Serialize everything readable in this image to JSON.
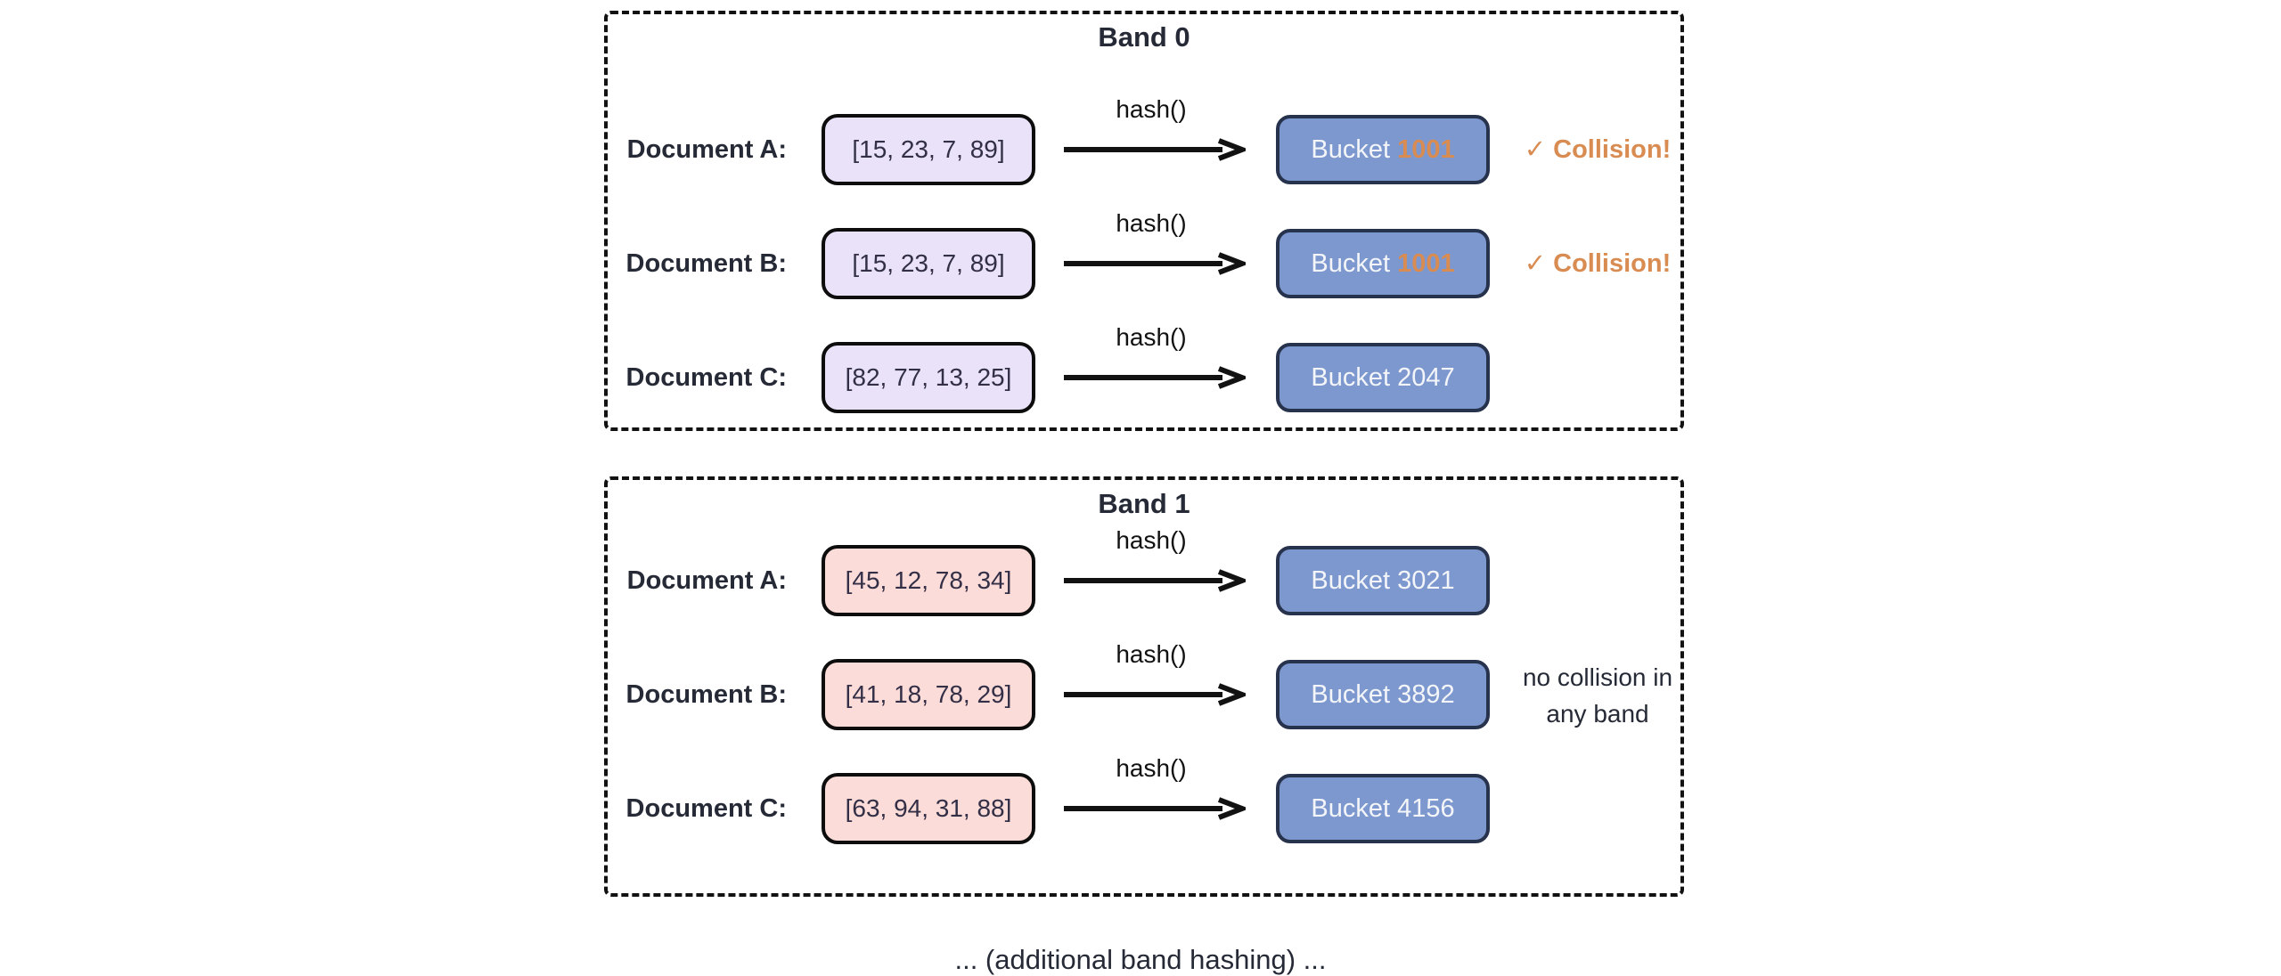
{
  "caption": "... (additional band hashing) ...",
  "colors": {
    "ink": "#121212",
    "text_dark": "#262a36",
    "sig_text": "#322f46",
    "band0_sig_fill": "#e9e2f9",
    "band1_sig_fill": "#fcdcd8",
    "box_border": "#0d0d0d",
    "bucket_fill": "#7d98ce",
    "bucket_border": "#27324d",
    "bucket_text": "#f3f5f9",
    "accent_orange": "#d98c52",
    "background": "#ffffff"
  },
  "bands": [
    {
      "title": "Band 0",
      "rows": [
        {
          "label": "Document A:",
          "signature": "[15, 23, 7, 89]",
          "hash_label": "hash()",
          "bucket_word": "Bucket",
          "bucket_number": "1001",
          "bucket_number_highlighted": true,
          "annotation_check": "✓",
          "annotation_text": "Collision!"
        },
        {
          "label": "Document B:",
          "signature": "[15, 23, 7, 89]",
          "hash_label": "hash()",
          "bucket_word": "Bucket",
          "bucket_number": "1001",
          "bucket_number_highlighted": true,
          "annotation_check": "✓",
          "annotation_text": "Collision!"
        },
        {
          "label": "Document C:",
          "signature": "[82, 77, 13, 25]",
          "hash_label": "hash()",
          "bucket_word": "Bucket",
          "bucket_number": "2047",
          "bucket_number_highlighted": false
        }
      ]
    },
    {
      "title": "Band 1",
      "rows": [
        {
          "label": "Document A:",
          "signature": "[45, 12, 78, 34]",
          "hash_label": "hash()",
          "bucket_word": "Bucket",
          "bucket_number": "3021",
          "bucket_number_highlighted": false
        },
        {
          "label": "Document B:",
          "signature": "[41, 18, 78, 29]",
          "hash_label": "hash()",
          "bucket_word": "Bucket",
          "bucket_number": "3892",
          "bucket_number_highlighted": false,
          "note_lines": [
            "no collision in",
            "any band"
          ]
        },
        {
          "label": "Document C:",
          "signature": "[63, 94, 31, 88]",
          "hash_label": "hash()",
          "bucket_word": "Bucket",
          "bucket_number": "4156",
          "bucket_number_highlighted": false
        }
      ]
    }
  ]
}
